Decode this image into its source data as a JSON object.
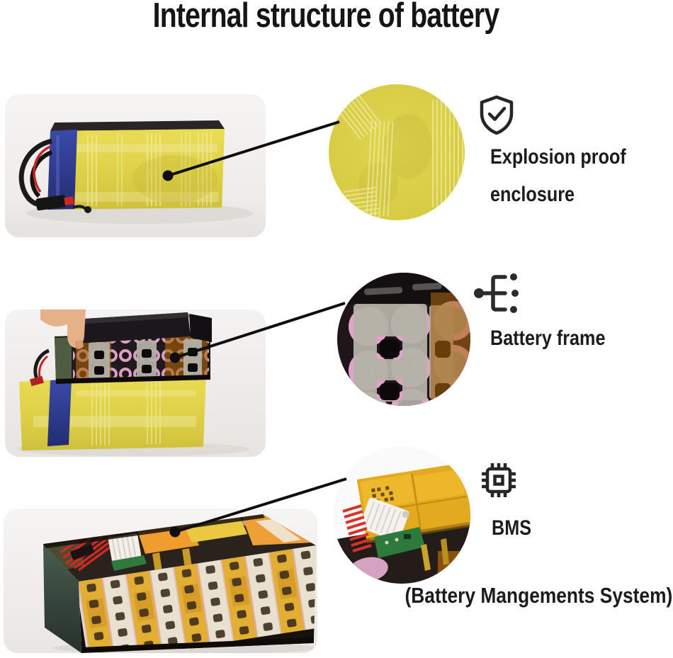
{
  "title": "Internal structure of battery",
  "callouts": {
    "enclosure": {
      "icon": "shield-check",
      "label_line1": "Explosion proof",
      "label_line2": "enclosure"
    },
    "frame": {
      "icon": "branch-connector",
      "label": "Battery frame"
    },
    "bms": {
      "icon": "microchip",
      "label": "BMS",
      "caption": "(Battery Mangements System)"
    }
  },
  "colors": {
    "background": "#ffffff",
    "text": "#1c1c1c",
    "annotation_line": "#0e0e0e",
    "tape_yellow": "#ddd04a",
    "strap_blue": "#2d3b94",
    "cell_pink": "#e2a2cb",
    "kapton_amber": "#c8821a",
    "pcb_green": "#2e7a3c",
    "photo_background": "#f1efee"
  }
}
